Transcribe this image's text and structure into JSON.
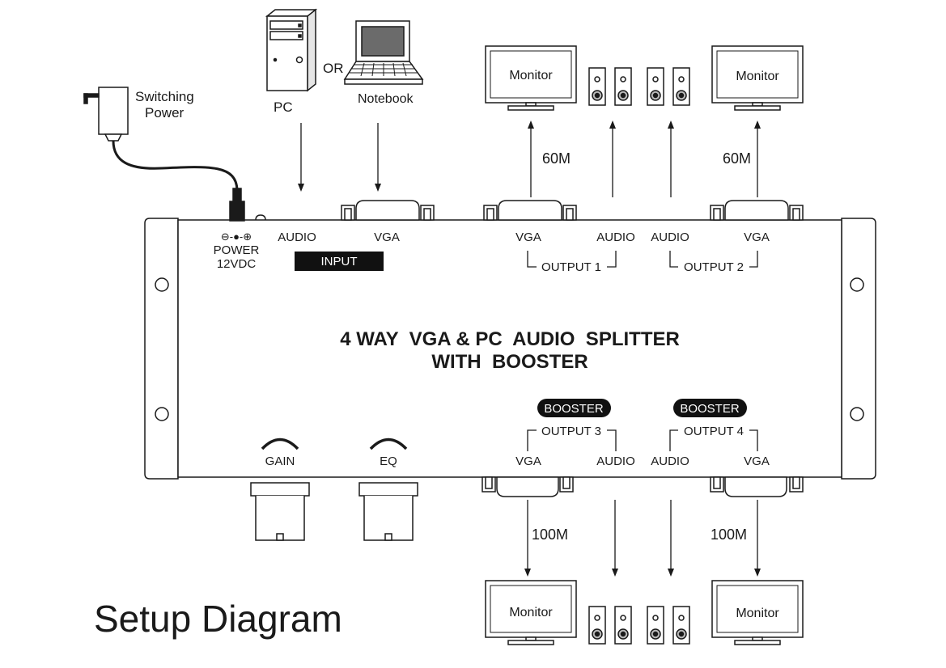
{
  "page": {
    "title": "Setup Diagram"
  },
  "device": {
    "title_line1": "4 WAY  VGA & PC  AUDIO  SPLITTER",
    "title_line2": "WITH  BOOSTER"
  },
  "power": {
    "adapter_label_line1": "Switching",
    "adapter_label_line2": "Power",
    "jack_symbol": "⊖-●-⊕",
    "label_line1": "POWER",
    "label_line2": "12VDC"
  },
  "input": {
    "pc_label": "PC",
    "or_label": "OR",
    "notebook_label": "Notebook",
    "audio_label": "AUDIO",
    "vga_label": "VGA",
    "group_label": "INPUT"
  },
  "outputs": {
    "output1": {
      "vga": "VGA",
      "audio": "AUDIO",
      "group": "OUTPUT  1",
      "distance": "60M"
    },
    "output2": {
      "audio": "AUDIO",
      "vga": "VGA",
      "group": "OUTPUT  2",
      "distance": "60M"
    },
    "output3": {
      "vga": "VGA",
      "audio": "AUDIO",
      "group": "OUTPUT  3",
      "distance": "100M",
      "booster": "BOOSTER"
    },
    "output4": {
      "audio": "AUDIO",
      "vga": "VGA",
      "group": "OUTPUT  4",
      "distance": "100M",
      "booster": "BOOSTER"
    }
  },
  "controls": {
    "gain_label": "GAIN",
    "eq_label": "EQ"
  },
  "monitors": {
    "label": "Monitor"
  }
}
